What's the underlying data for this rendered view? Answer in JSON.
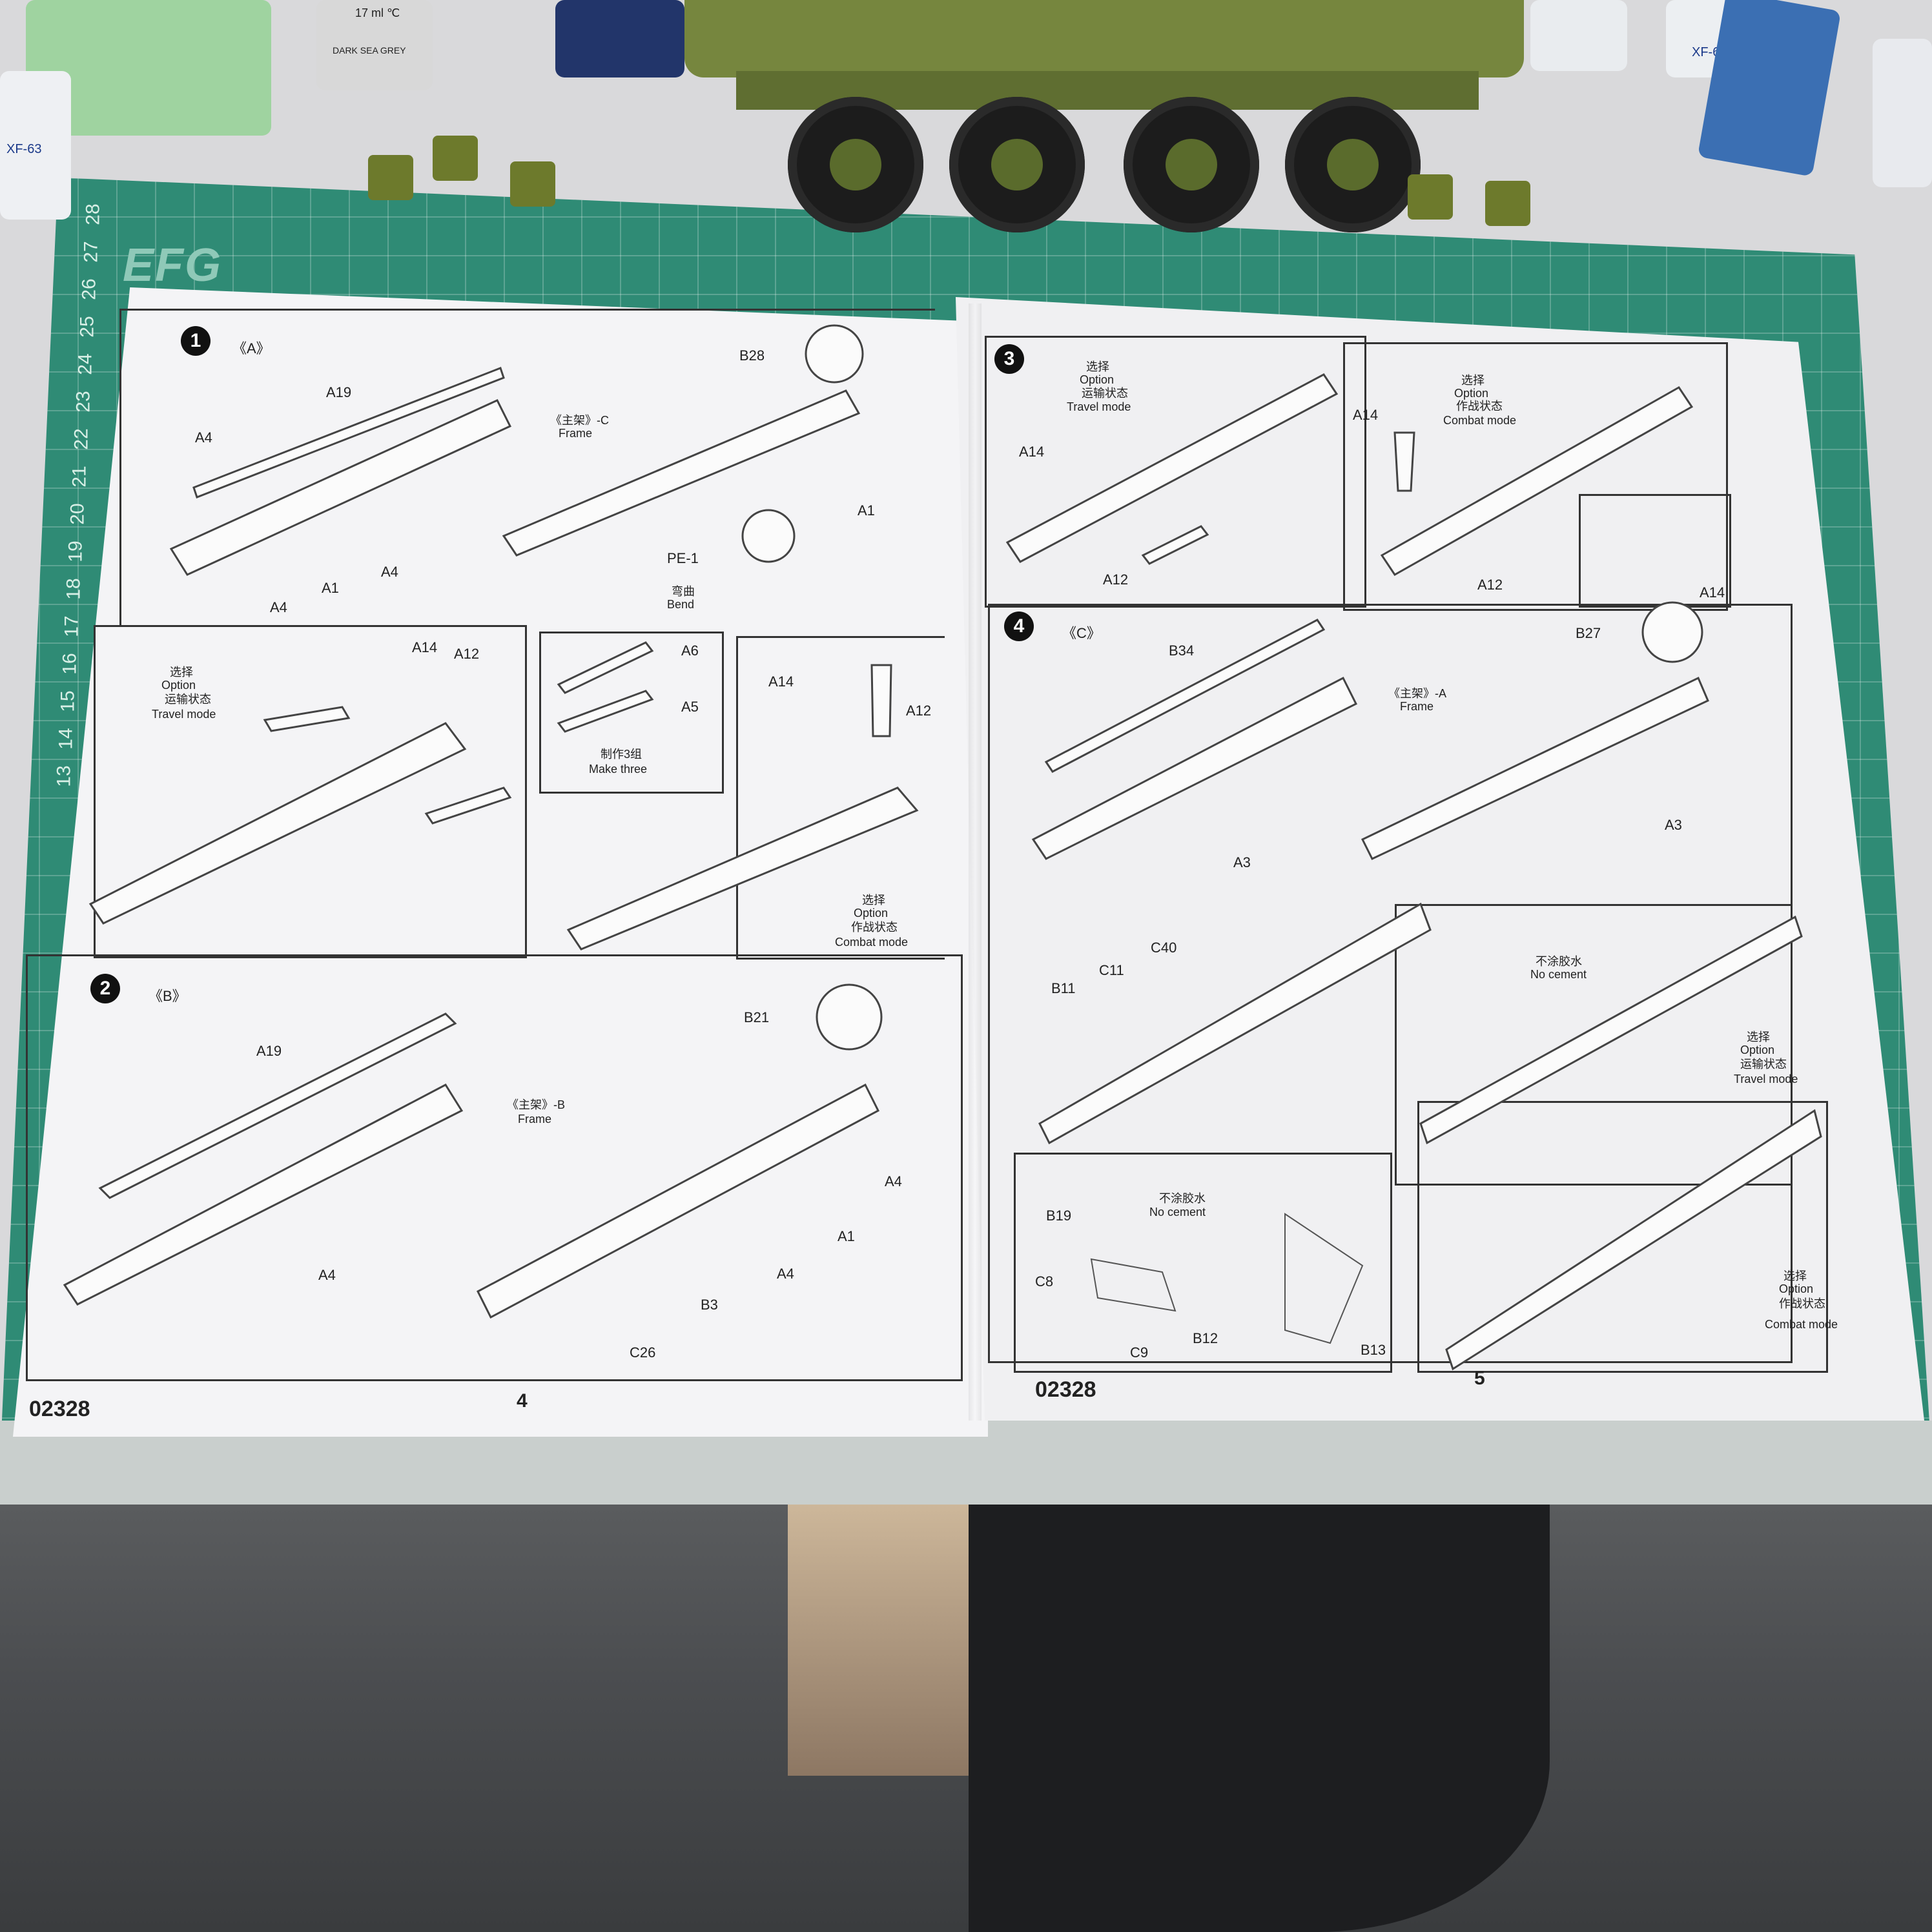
{
  "background": {
    "mat_brand": "EFG",
    "mat_ruler_left": [
      "28",
      "27",
      "26",
      "25",
      "24",
      "23",
      "22",
      "21",
      "20",
      "19",
      "18",
      "17",
      "16",
      "15",
      "14",
      "13"
    ],
    "bottle_labels": [
      "17 ml ℃",
      "DARK SEA GREY",
      "XF-63",
      "XF-61"
    ],
    "colors": {
      "mat": "#2f8b75",
      "sheet": "#f4f4f6",
      "model_green": "#76863e"
    }
  },
  "sheet": {
    "left_page": {
      "code": "02328",
      "page_number": "4",
      "step1": {
        "num": "1",
        "group": "《A》",
        "labels": [
          "A19",
          "A4",
          "《主架》-C",
          "Frame",
          "A4",
          "A4",
          "A1",
          "B28",
          "A1",
          "PE-1",
          "弯曲",
          "Bend"
        ],
        "option_travel": [
          "选择",
          "Option",
          "运输状态",
          "Travel mode"
        ],
        "travel_parts": [
          "A14",
          "A12"
        ],
        "make_three_parts": [
          "A6",
          "A5"
        ],
        "make_three": [
          "制作3组",
          "Make three"
        ],
        "combat_parts": [
          "A14",
          "A12"
        ],
        "option_combat": [
          "选择",
          "Option",
          "作战状态",
          "Combat mode"
        ]
      },
      "step2": {
        "num": "2",
        "group": "《B》",
        "labels": [
          "A19",
          "《主架》-B",
          "Frame",
          "A4",
          "B21",
          "A4",
          "A1",
          "A4",
          "B3",
          "C26"
        ]
      }
    },
    "right_page": {
      "code": "02328",
      "page_number": "5",
      "step3": {
        "num": "3",
        "travel": [
          "选择",
          "Option",
          "运输状态",
          "Travel mode"
        ],
        "travel_parts": [
          "A14",
          "A12"
        ],
        "combat": [
          "选择",
          "Option",
          "作战状态",
          "Combat mode"
        ],
        "combat_parts": [
          "A14",
          "A12",
          "A14"
        ]
      },
      "step4": {
        "num": "4",
        "group": "《C》",
        "labels": [
          "B34",
          "《主架》-A",
          "Frame",
          "A3",
          "B27",
          "A3",
          "B11",
          "C11",
          "C40"
        ],
        "no_cement_top": [
          "不涂胶水",
          "No cement"
        ],
        "travel": [
          "选择",
          "Option",
          "运输状态",
          "Travel mode"
        ],
        "inset_parts": [
          "B19",
          "C8",
          "C9",
          "B12",
          "B13"
        ],
        "no_cement_inset": [
          "不涂胶水",
          "No cement"
        ],
        "combat": [
          "选择",
          "Option",
          "作战状态",
          "Combat mode"
        ]
      }
    }
  }
}
